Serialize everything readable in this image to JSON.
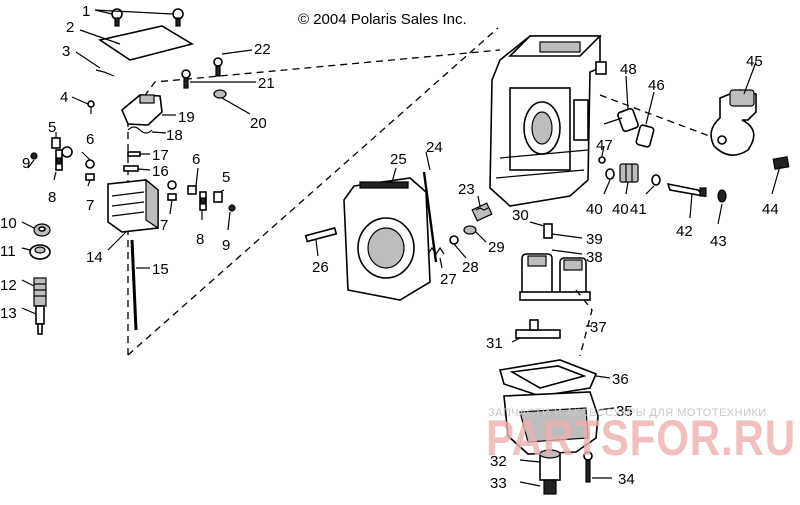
{
  "copyright": "© 2004 Polaris Sales Inc.",
  "watermark": {
    "tagline": "ЗАПЧАСТИ И АКСЕССУАРЫ ДЛЯ МОТОТЕХНИКИ",
    "brand": "PARTSFOR.RU"
  },
  "callouts": [
    "1",
    "2",
    "3",
    "4",
    "5",
    "6",
    "7",
    "8",
    "9",
    "10",
    "11",
    "12",
    "13",
    "14",
    "15",
    "16",
    "17",
    "18",
    "19",
    "20",
    "21",
    "22",
    "23",
    "24",
    "25",
    "26",
    "27",
    "28",
    "29",
    "30",
    "31",
    "32",
    "33",
    "34",
    "35",
    "36",
    "37",
    "38",
    "39",
    "40",
    "40",
    "41",
    "42",
    "43",
    "44",
    "45",
    "46",
    "47",
    "48",
    "5",
    "6",
    "7",
    "8",
    "9"
  ]
}
